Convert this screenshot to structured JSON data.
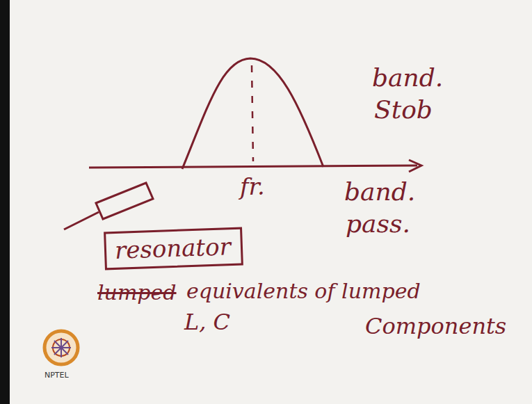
{
  "diagram": {
    "nodes": [
      {
        "text": [
          "resonator"
        ]
      }
    ],
    "labels": [
      "band.",
      "Stob",
      "fr.",
      "band.",
      "pass.",
      "lumped",
      "equivalents of lumped",
      "L, C",
      "Components",
      "NPTEL"
    ]
  }
}
